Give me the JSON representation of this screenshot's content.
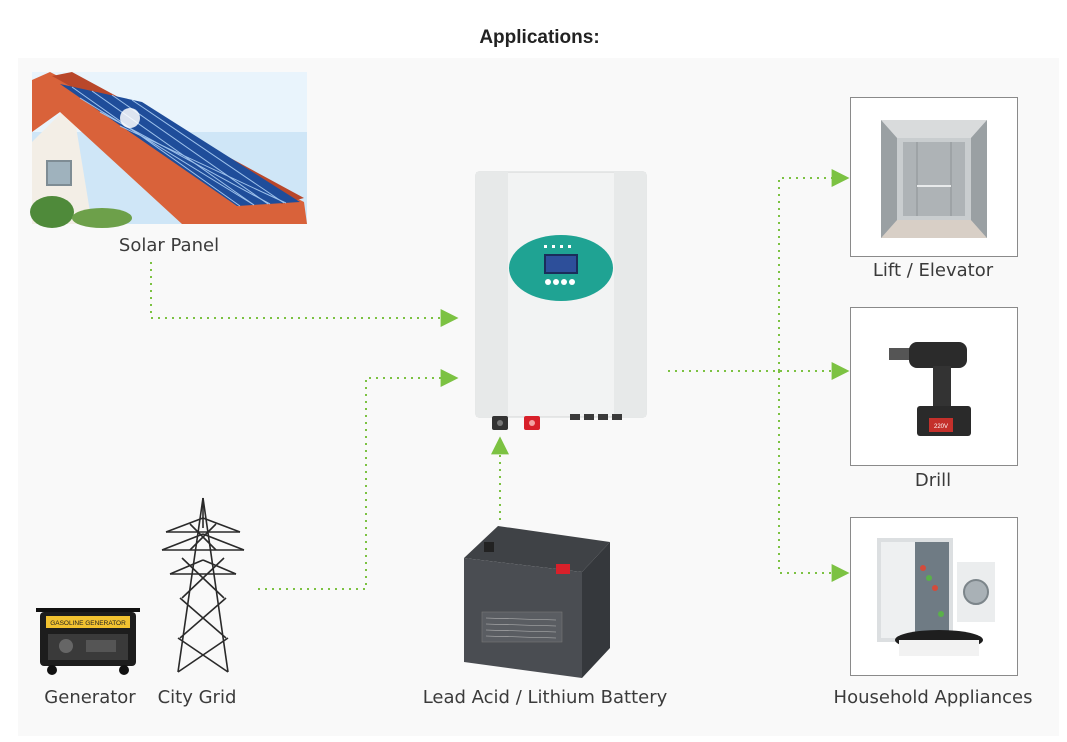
{
  "title": "Applications:",
  "sources": {
    "solar_panel": "Solar Panel",
    "generator": "Generator",
    "city_grid": "City Grid",
    "battery": "Lead Acid / Lithium Battery"
  },
  "loads": {
    "elevator": "Lift / Elevator",
    "drill": "Drill",
    "appliances": "Household Appliances"
  },
  "inverter": {
    "generator_label": "GASOLINE GENERATOR",
    "drill_badge": "220V"
  },
  "colors": {
    "arrow": "#7cc242",
    "inverter_panel": "#1fa393",
    "roof": "#d9623a",
    "battery": "#4a4d52"
  }
}
